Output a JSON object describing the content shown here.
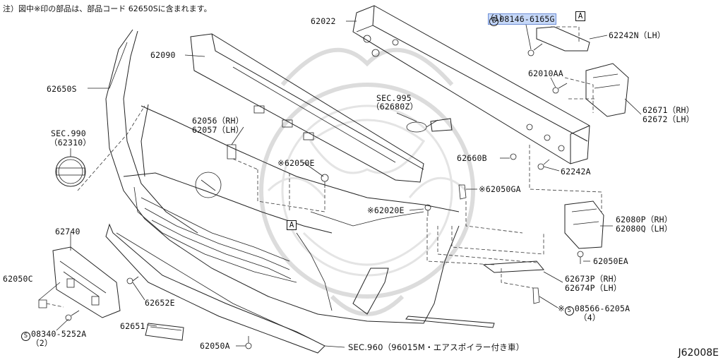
{
  "note": "注）図中※印の部品は、部品コード 62650Sに含まれます。",
  "diagram_code": "J62008E",
  "highlighted_part": {
    "prefix": "B",
    "number": "08146-6165G",
    "qty": "（1）"
  },
  "labels": {
    "p62022": "62022",
    "p62090": "62090",
    "p62650S": "62650S",
    "sec990_a": "SEC.990",
    "sec990_b": "（62310）",
    "sec995_a": "SEC.995",
    "sec995_b": "（62680Z）",
    "p62056": "62056（RH）",
    "p62057": "62057（LH）",
    "p62050E": "※62050E",
    "p62242N": "62242N（LH）",
    "p62010AA": "62010AA",
    "p62671": "62671（RH）",
    "p62672": "62672（LH）",
    "p62660B": "62660B",
    "p62242A": "62242A",
    "p62050GA": "※62050GA",
    "p62020E": "※62020E",
    "p62080P": "62080P（RH）",
    "p62080Q": "62080Q（LH）",
    "p62050EA": "62050EA",
    "p62740": "62740",
    "p62050C": "62050C",
    "p62652E": "62652E",
    "p62673P": "62673P（RH）",
    "p62674P": "62674P（LH）",
    "p08566_prefix": "S",
    "p08566": "08566-6205A",
    "p08566_mark": "※",
    "p08566_qty": "（4）",
    "p08340_prefix": "S",
    "p08340": "08340-5252A",
    "p08340_qty": "（2）",
    "p62651": "62651",
    "p62050A": "62050A",
    "sec960": "SEC.960（96015M・エアスポイラー付き車）",
    "ref_a": "A"
  }
}
